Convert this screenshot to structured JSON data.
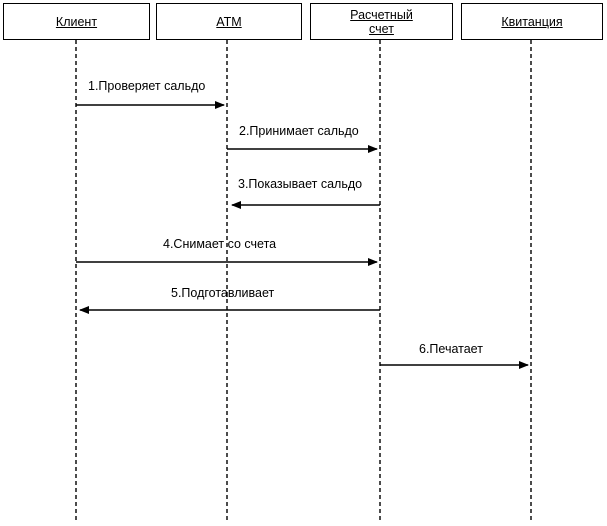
{
  "objects": [
    {
      "id": "client",
      "label": "Клиент"
    },
    {
      "id": "atm",
      "label": "АТМ"
    },
    {
      "id": "account",
      "label": "Расчетный счет"
    },
    {
      "id": "receipt",
      "label": "Квитанция"
    }
  ],
  "messages": [
    {
      "label": "1.Проверяет сальдо",
      "from": "client",
      "to": "atm"
    },
    {
      "label": "2.Принимает сальдо",
      "from": "atm",
      "to": "account"
    },
    {
      "label": "3.Показывает сальдо",
      "from": "account",
      "to": "atm"
    },
    {
      "label": "4.Снимает со счета",
      "from": "client",
      "to": "account"
    },
    {
      "label": "5.Подготавливает",
      "from": "account",
      "to": "client"
    },
    {
      "label": "6.Печатает",
      "from": "account",
      "to": "receipt"
    }
  ]
}
